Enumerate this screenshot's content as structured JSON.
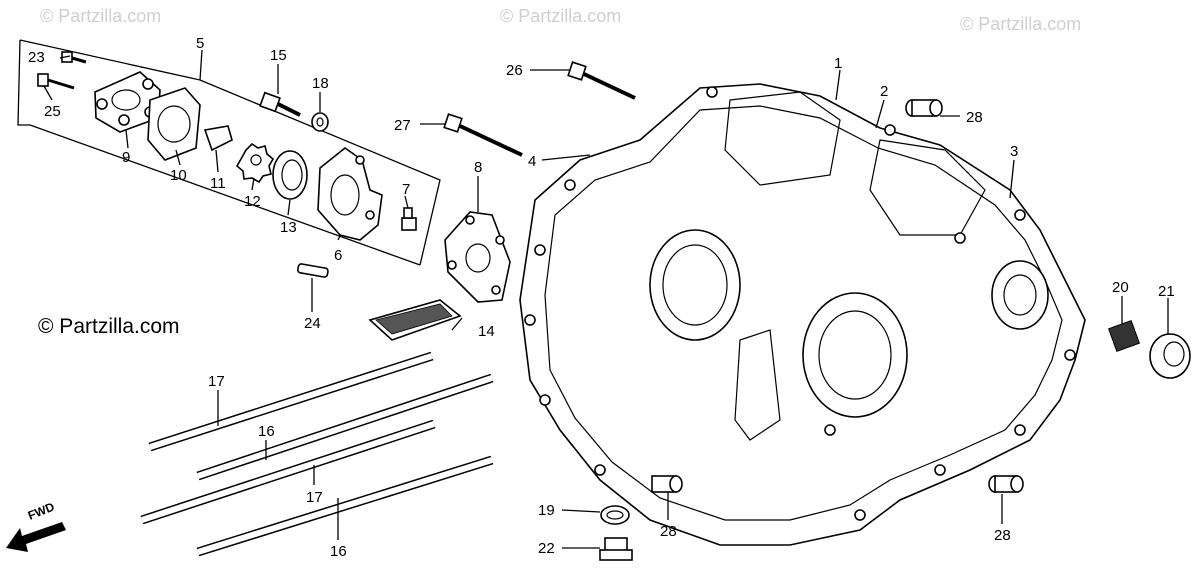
{
  "watermarks": [
    "© Partzilla.com",
    "© Partzilla.com",
    "© Partzilla.com"
  ],
  "copyright": "© Partzilla.com",
  "fwd_label": "FWD",
  "callouts": {
    "c1": "1",
    "c2": "2",
    "c3": "3",
    "c4": "4",
    "c5": "5",
    "c6": "6",
    "c7": "7",
    "c8": "8",
    "c9": "9",
    "c10": "10",
    "c11": "11",
    "c12": "12",
    "c13": "13",
    "c14": "14",
    "c15": "15",
    "c16a": "16",
    "c16b": "16",
    "c17a": "17",
    "c17b": "17",
    "c18": "18",
    "c19": "19",
    "c20": "20",
    "c21": "21",
    "c22": "22",
    "c23": "23",
    "c24": "24",
    "c25": "25",
    "c26": "26",
    "c27": "27",
    "c28a": "28",
    "c28b": "28",
    "c28c": "28"
  }
}
